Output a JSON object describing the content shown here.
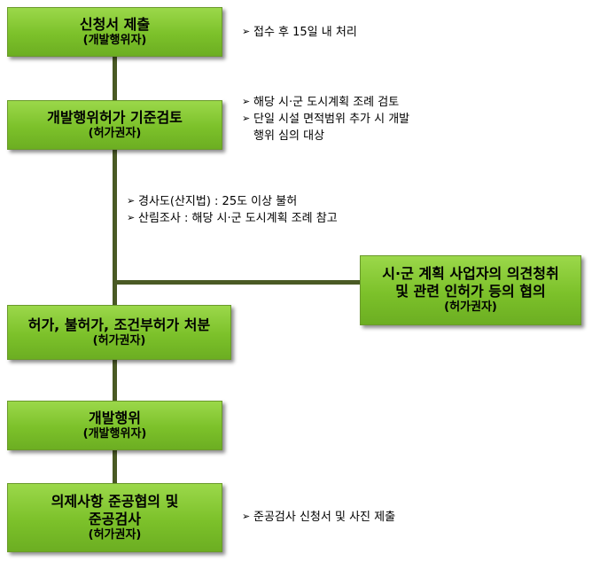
{
  "steps": [
    {
      "title": "신청서 제출",
      "sub": "(개발행위자)"
    },
    {
      "title": "개발행위허가 기준검토",
      "sub": "(허가권자)"
    },
    {
      "title": "허가, 불허가, 조건부허가 처분",
      "sub": "(허가권자)"
    },
    {
      "title": "개발행위",
      "sub": "(개발행위자)"
    },
    {
      "title_line1": "의제사항 준공협의 및",
      "title_line2": "준공검사",
      "sub": "(허가권자)"
    }
  ],
  "side_box": {
    "line1": "시·군 계획 사업자의 의견청취",
    "line2": "및 관련 인허가 등의 협의",
    "sub": "(허가권자)"
  },
  "notes": {
    "step1": [
      "접수 후 15일 내 처리"
    ],
    "step2": [
      "해당 시·군 도시계획 조례 검토",
      "단일 시설 면적범위 추가 시 개발",
      "행위 심의 대상"
    ],
    "review": [
      "경사도(산지법) : 25도 이상 불허",
      "산림조사 : 해당 시·군 도시계획 조례 참고"
    ],
    "step5": [
      "준공검사 신청서 및 사진 제출"
    ]
  },
  "arrow_glyph": "➢"
}
